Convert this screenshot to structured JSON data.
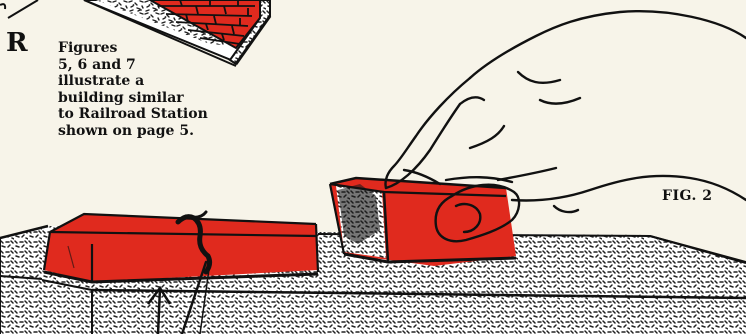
{
  "corner_label": "R",
  "caption_lines": [
    "Figures",
    "5, 6 and 7",
    "illustrate a",
    "building similar",
    "to Railroad Station",
    "shown on page 5."
  ],
  "figure_label": "FIG. 2",
  "colors": {
    "paper": "#f7f4e9",
    "brick_red": "#e02a1e",
    "brick_dark": "#a8150d",
    "ink": "#111111",
    "mortar_fill": "#ffffff"
  }
}
